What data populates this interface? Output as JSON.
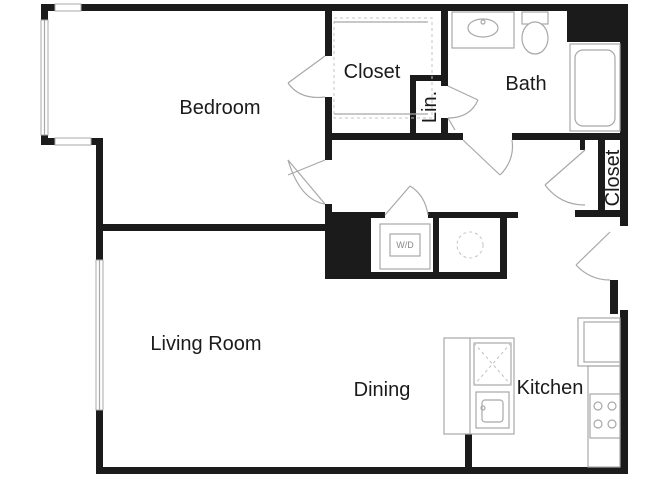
{
  "rooms": {
    "bedroom": "Bedroom",
    "closet_main": "Closet",
    "linen": "Lin.",
    "bath": "Bath",
    "closet_hall": "Closet",
    "living_room": "Living Room",
    "dining": "Dining",
    "kitchen": "Kitchen"
  },
  "fixtures": {
    "washer_dryer": "W/D"
  },
  "colors": {
    "wall": "#1b1b1b",
    "fixture_line": "#a8a8a8",
    "background": "#ffffff"
  }
}
